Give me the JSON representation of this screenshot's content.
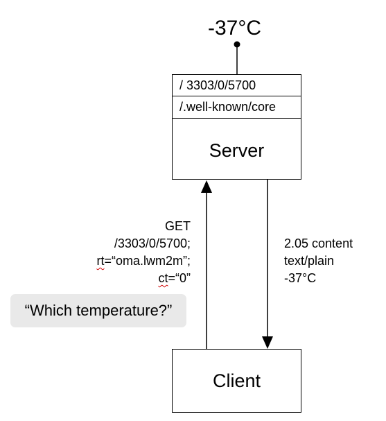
{
  "sensor": {
    "reading": "-37°C"
  },
  "server": {
    "resources": [
      "/ 3303/0/5700",
      "/.well-known/core"
    ],
    "label": "Server"
  },
  "client": {
    "label": "Client"
  },
  "request": {
    "method": "GET",
    "path": "/3303/0/5700;",
    "rt_key": "rt",
    "rt_value": "=“oma.lwm2m”;",
    "ct_key": "ct",
    "ct_value": "=“0”"
  },
  "response": {
    "code": "2.05 content",
    "content_type": "text/plain",
    "value": "-37°C"
  },
  "callout": {
    "text": "“Which temperature?”"
  }
}
